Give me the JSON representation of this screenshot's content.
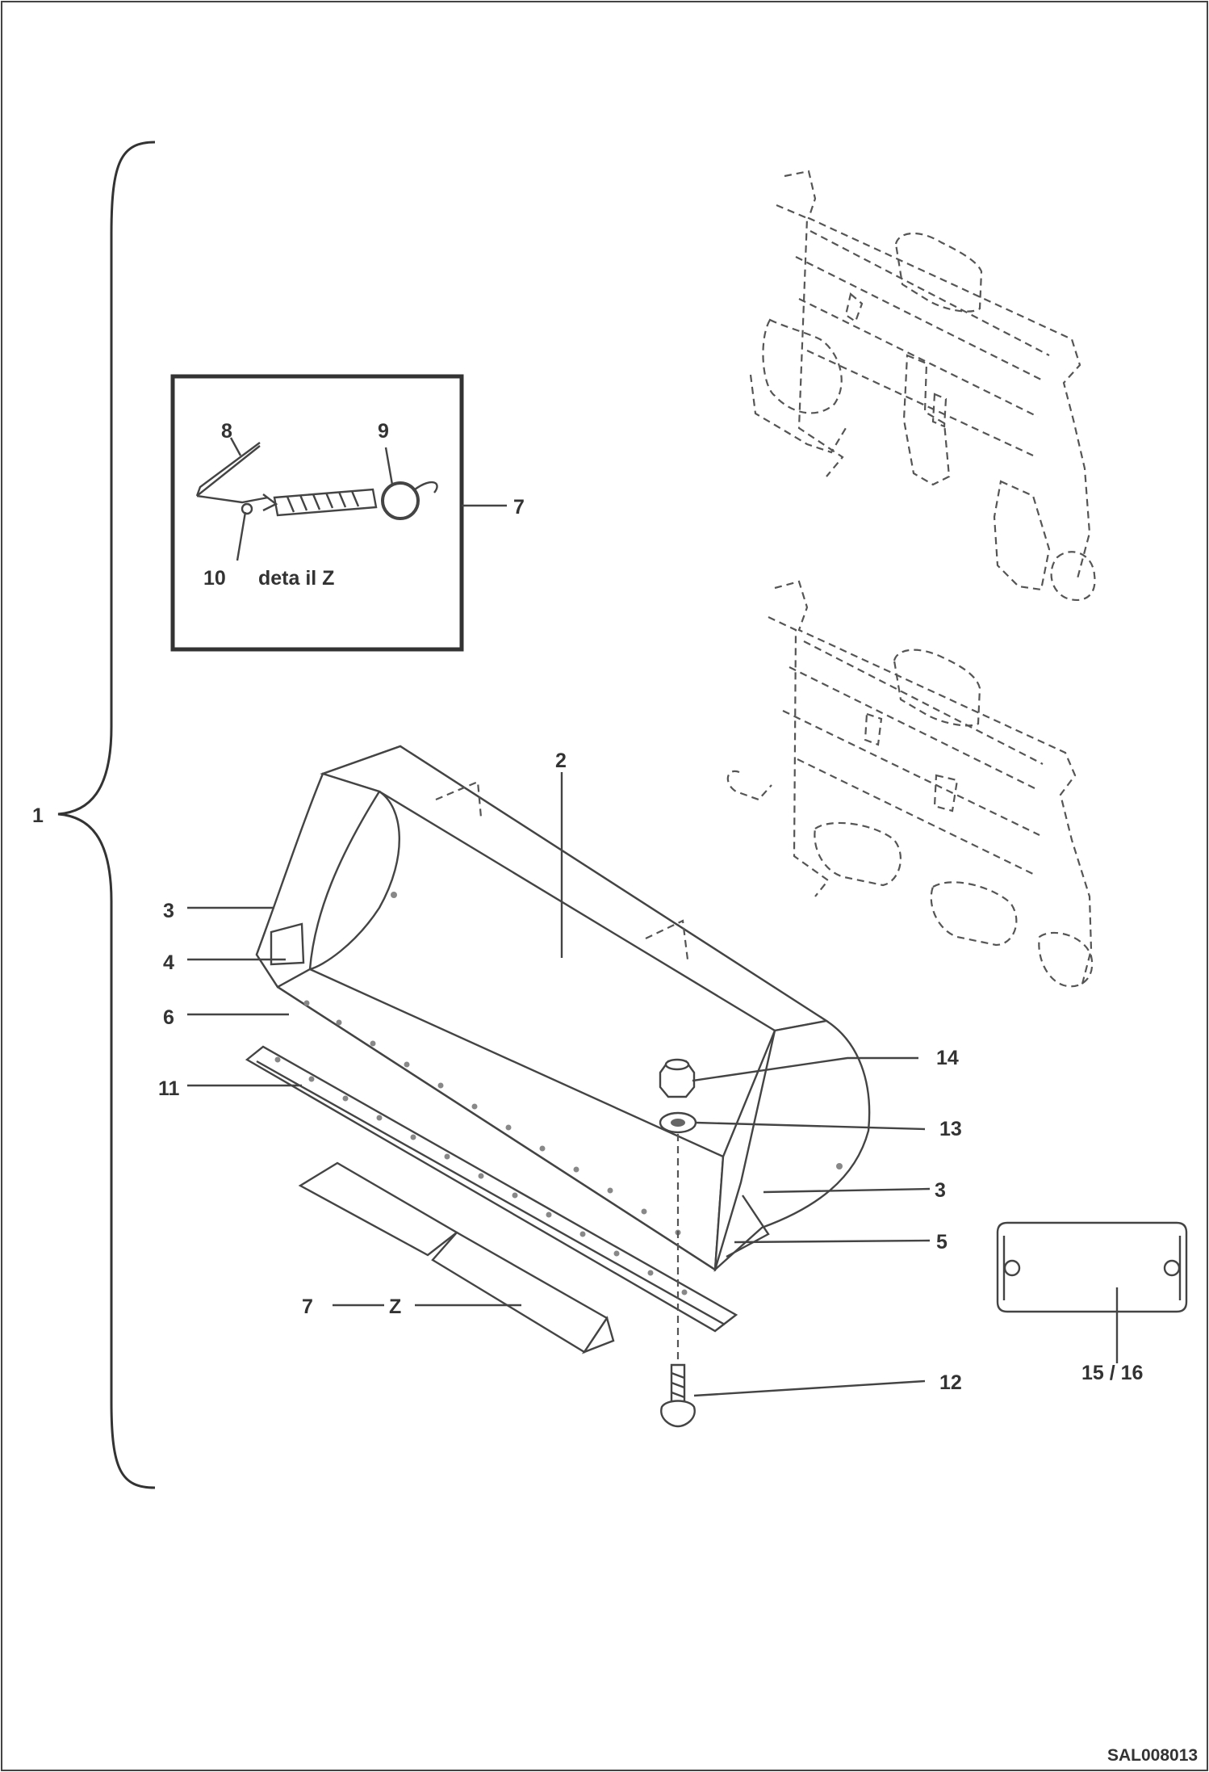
{
  "drawing": {
    "code": "SAL008013",
    "detail_caption": "deta il Z",
    "callouts": {
      "c1": "1",
      "c2": "2",
      "c3a": "3",
      "c3b": "3",
      "c4": "4",
      "c5": "5",
      "c6": "6",
      "c7a": "7",
      "c7b": "7",
      "c7z": "Z",
      "c8": "8",
      "c9": "9",
      "c10": "10",
      "c11": "11",
      "c12": "12",
      "c13": "13",
      "c14": "14",
      "c1516": "15 / 16"
    }
  }
}
